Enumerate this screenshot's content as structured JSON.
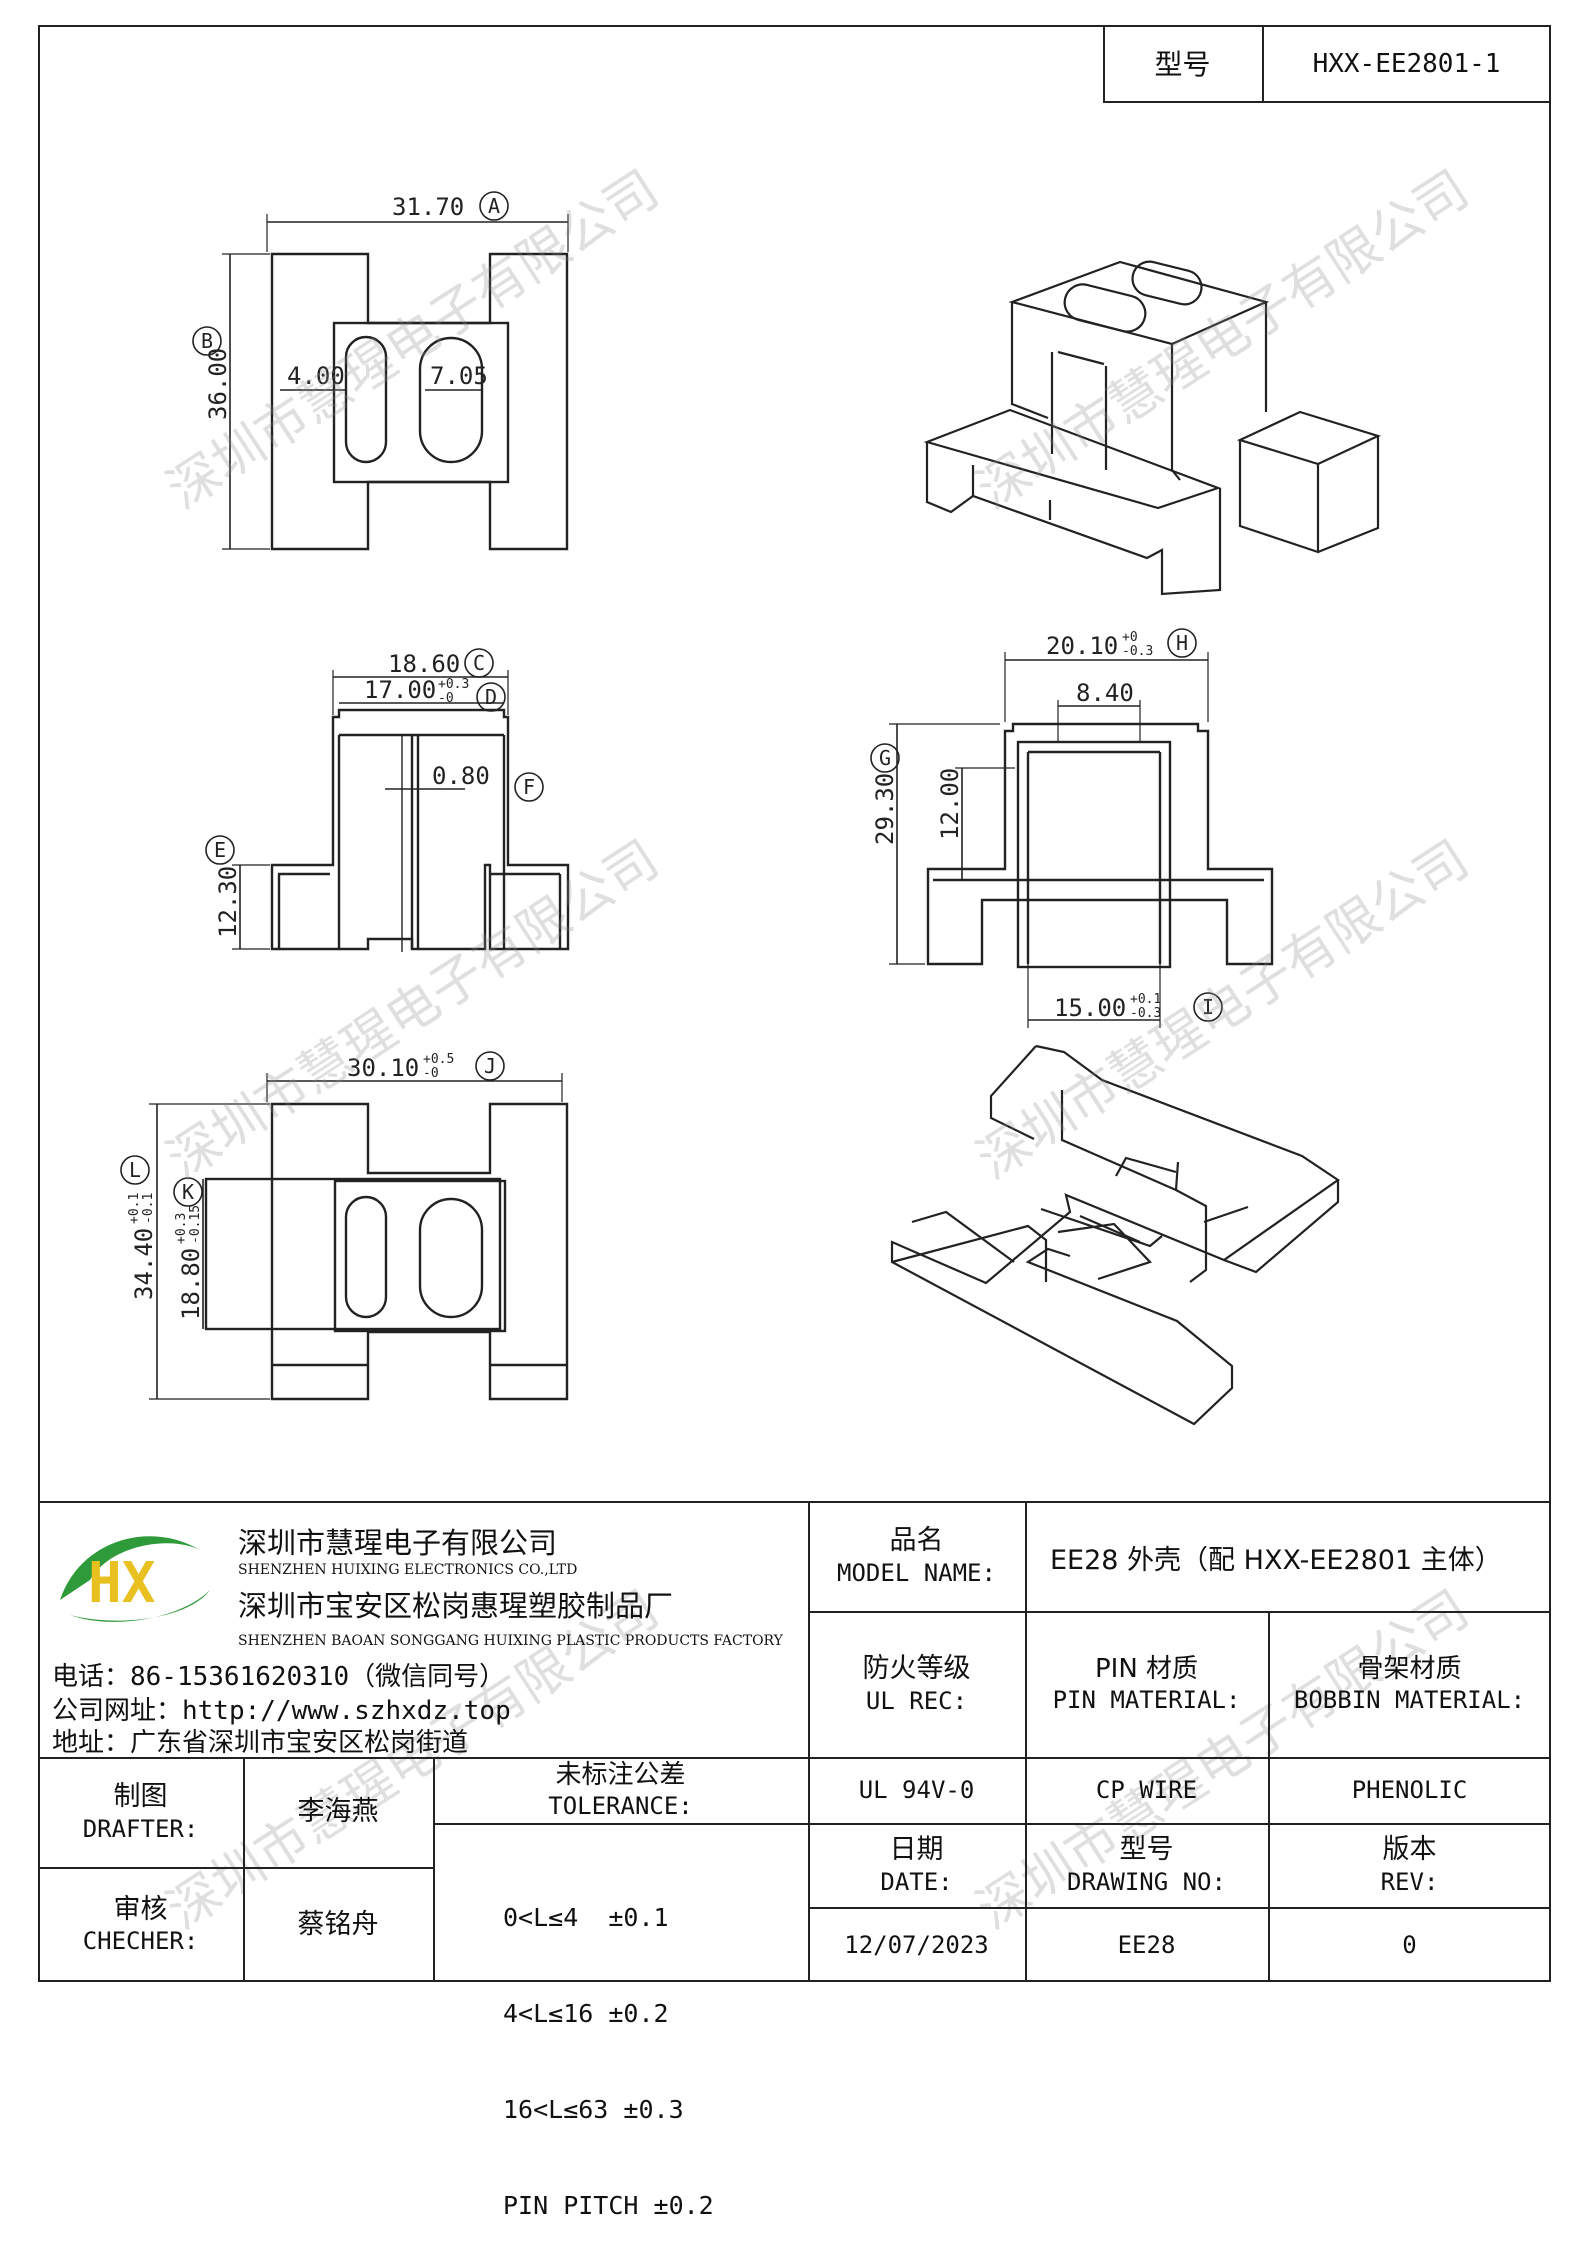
{
  "header": {
    "model_label": "型号",
    "model_value": "HXX-EE2801-1"
  },
  "dimensions": {
    "A": "31.70",
    "B": "36.00",
    "slot_w": "4.00",
    "slot_w2": "7.05",
    "C": "18.60",
    "D": "17.00",
    "D_tol_upper": "+0.3",
    "D_tol_lower": "-0",
    "F": "0.80",
    "E": "12.30",
    "H": "20.10",
    "H_tol_upper": "+0",
    "H_tol_lower": "-0.3",
    "inner_w": "8.40",
    "G": "29.30",
    "inner_h": "12.00",
    "I": "15.00",
    "I_tol_upper": "+0.1",
    "I_tol_lower": "-0.3",
    "J": "30.10",
    "J_tol_upper": "+0.5",
    "J_tol_lower": "-0",
    "L": "34.40",
    "L_tol_upper": "+0.1",
    "L_tol_lower": "-0.1",
    "K": "18.80",
    "K_tol_upper": "+0.3",
    "K_tol_lower": "-0.15"
  },
  "callouts": [
    "A",
    "B",
    "C",
    "D",
    "E",
    "F",
    "G",
    "H",
    "I",
    "J",
    "K",
    "L"
  ],
  "company": {
    "name_cn": "深圳市慧瑆电子有限公司",
    "name_en": "SHENZHEN HUIXING ELECTRONICS CO.,LTD",
    "factory_cn": "深圳市宝安区松岗惠瑆塑胶制品厂",
    "factory_en": "SHENZHEN BAOAN SONGGANG HUIXING PLASTIC PRODUCTS FACTORY",
    "phone": "电话：86-15361620310（微信同号）",
    "website": "公司网址：http://www.szhxdz.top",
    "address": "地址：广东省深圳市宝安区松岗街道",
    "logo_text": "HX"
  },
  "watermark": "深圳市慧瑆电子有限公司",
  "title_block": {
    "model_name_cn": "品名",
    "model_name_en": "MODEL NAME:",
    "model_name_value": "EE28 外壳（配 HXX-EE2801 主体）",
    "ul_cn": "防火等级",
    "ul_en": "UL REC:",
    "pin_cn": "PIN 材质",
    "pin_en": "PIN MATERIAL:",
    "bobbin_cn": "骨架材质",
    "bobbin_en": "BOBBIN MATERIAL:",
    "ul_value": "UL 94V-0",
    "pin_value": "CP WIRE",
    "bobbin_value": "PHENOLIC",
    "drafter_cn": "制图",
    "drafter_en": "DRAFTER:",
    "drafter_name": "李海燕",
    "checker_cn": "审核",
    "checker_en": "CHECHER:",
    "checker_name": "蔡铭舟",
    "tolerance_cn": "未标注公差",
    "tolerance_en": "TOLERANCE:",
    "tolerance_lines": [
      "0<L≤4  ±0.1",
      "4<L≤16 ±0.2",
      "16<L≤63 ±0.3",
      "PIN PITCH ±0.2"
    ],
    "date_cn": "日期",
    "date_en": "DATE:",
    "drawing_cn": "型号",
    "drawing_en": "DRAWING NO:",
    "rev_cn": "版本",
    "rev_en": "REV:",
    "date_value": "12/07/2023",
    "drawing_value": "EE28",
    "rev_value": "0"
  },
  "colors": {
    "line": "#222222",
    "logo_green": "#2e9a3a",
    "logo_yellow": "#e8c020",
    "logo_blue": "#1c5aa8"
  }
}
